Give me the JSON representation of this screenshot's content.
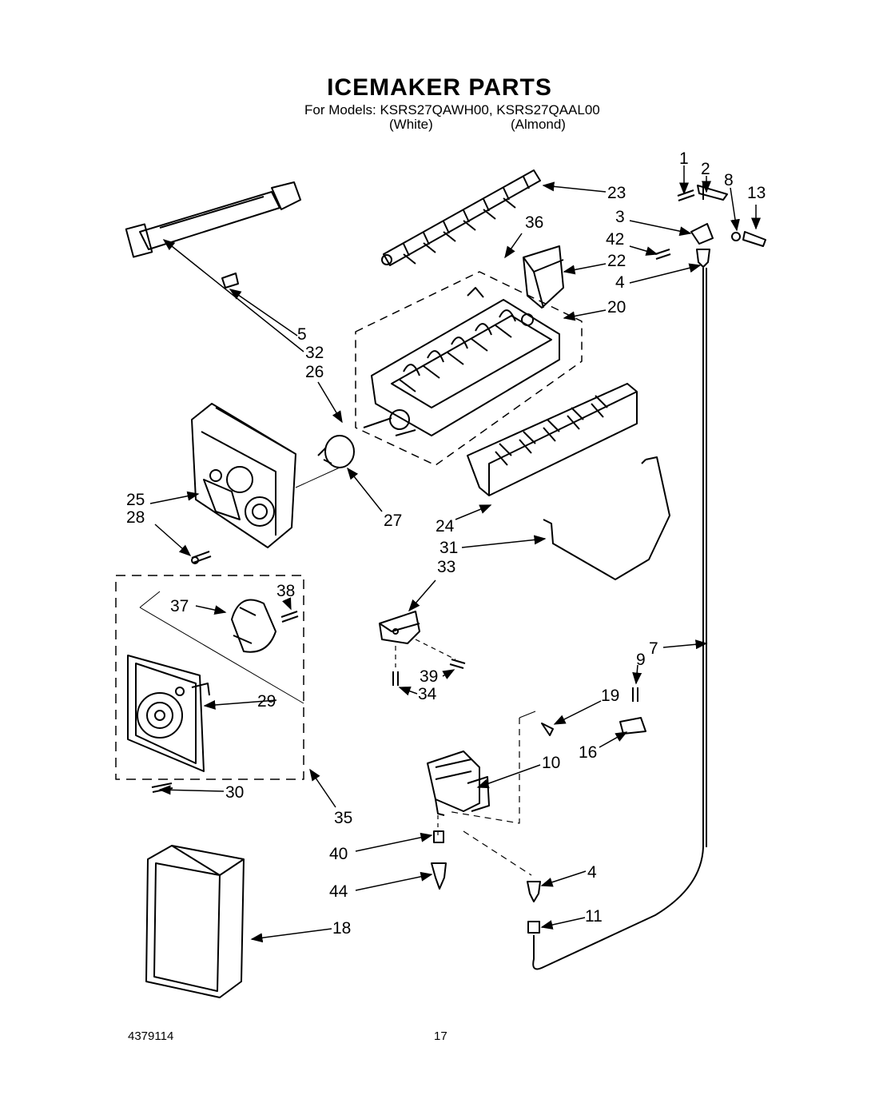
{
  "header": {
    "title": "ICEMAKER PARTS",
    "models": "For Models: KSRS27QAWH00, KSRS27QAAL00",
    "variant_1": "(White)",
    "variant_2": "(Almond)"
  },
  "callouts": {
    "c1": "1",
    "c2": "2",
    "c8": "8",
    "c13": "13",
    "c23": "23",
    "c3": "3",
    "c36": "36",
    "c42": "42",
    "c22": "22",
    "c4a": "4",
    "c20": "20",
    "c5": "5",
    "c32": "32",
    "c26": "26",
    "c25": "25",
    "c28": "28",
    "c27": "27",
    "c24": "24",
    "c31": "31",
    "c33": "33",
    "c37": "37",
    "c38": "38",
    "c7": "7",
    "c9": "9",
    "c39": "39",
    "c34": "34",
    "c29": "29",
    "c19": "19",
    "c16": "16",
    "c10": "10",
    "c30": "30",
    "c35": "35",
    "c40": "40",
    "c4b": "4",
    "c44": "44",
    "c11": "11",
    "c18": "18"
  },
  "footer": {
    "doc_number": "4379114",
    "page_number": "17"
  }
}
